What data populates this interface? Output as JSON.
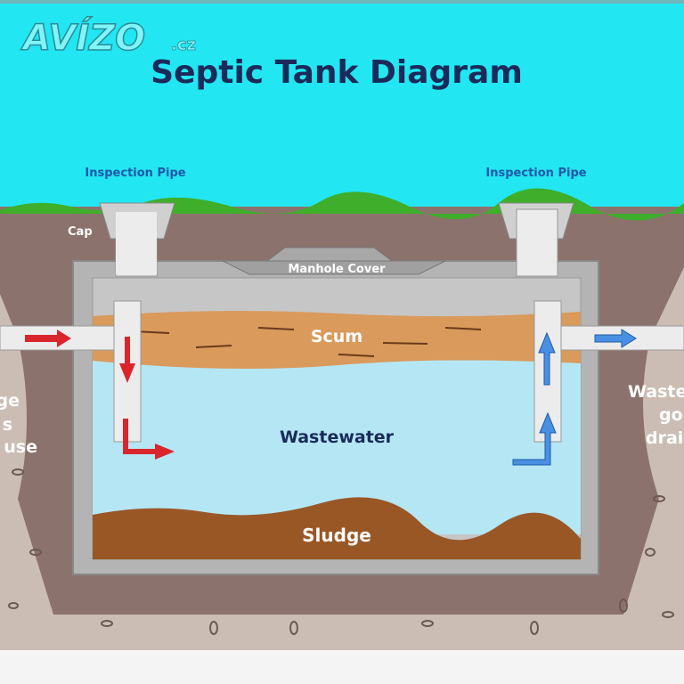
{
  "watermark": {
    "brand": "AVÍZO",
    "suffix": ".cz"
  },
  "title": "Septic Tank Diagram",
  "labels": {
    "inspection_pipe_left": "Inspection Pipe",
    "inspection_pipe_right": "Inspection Pipe",
    "cap": "Cap",
    "manhole_cover": "Manhole Cover",
    "scum": "Scum",
    "wastewater": "Wastewater",
    "sludge": "Sludge",
    "left_side": [
      "ge",
      "s",
      "use"
    ],
    "right_side": [
      "Waste",
      "go",
      "drai"
    ]
  },
  "colors": {
    "sky": "#22e6f2",
    "soil": "#8c726c",
    "gravel": "#cbbdb4",
    "tank": "#b4b4b4",
    "scum": "#d99a5c",
    "water": "#b5e6f4",
    "sludge": "#9a5726",
    "inflow_arrow": "#d8262c",
    "outflow_arrow": "#4a90e2",
    "title": "#1a2a5a"
  }
}
